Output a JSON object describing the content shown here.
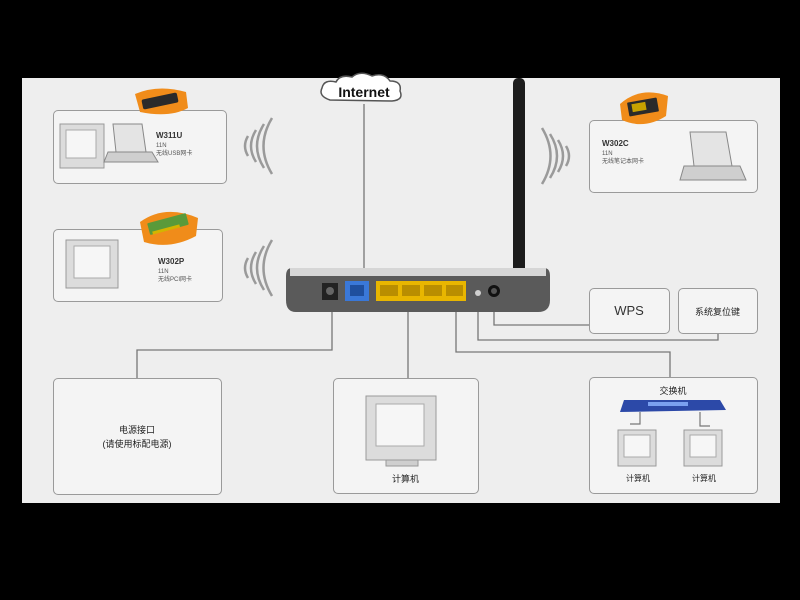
{
  "internet": {
    "label": "Internet"
  },
  "adapters": [
    {
      "model": "W311U",
      "line1": "11N",
      "line2": "无线USB网卡"
    },
    {
      "model": "W302P",
      "line1": "11N",
      "line2": "无线PCI网卡"
    },
    {
      "model": "W302C",
      "line1": "11N",
      "line2": "无线笔记本网卡"
    }
  ],
  "buttons": {
    "wps": "WPS",
    "reset": "系统复位键"
  },
  "power": {
    "line1": "电源接口",
    "line2": "(请使用标配电源)"
  },
  "computer": {
    "label": "计算机"
  },
  "switch": {
    "title": "交换机",
    "pc1": "计算机",
    "pc2": "计算机"
  },
  "colors": {
    "background": "#000000",
    "panel": "#eeeeee",
    "router_body": "#5a5a5a",
    "lan_ports": "#e8b600",
    "wan_port": "#3a78d8",
    "switch_blue": "#2c49a8",
    "badge_orange": "#f08c1a"
  },
  "icons": [
    "internet-cloud-icon",
    "router-icon",
    "antenna-icon",
    "wifi-waves-icon",
    "desktop-pc-icon",
    "laptop-icon",
    "usb-adapter-icon",
    "pci-card-icon",
    "pcmcia-card-icon",
    "switch-icon"
  ]
}
